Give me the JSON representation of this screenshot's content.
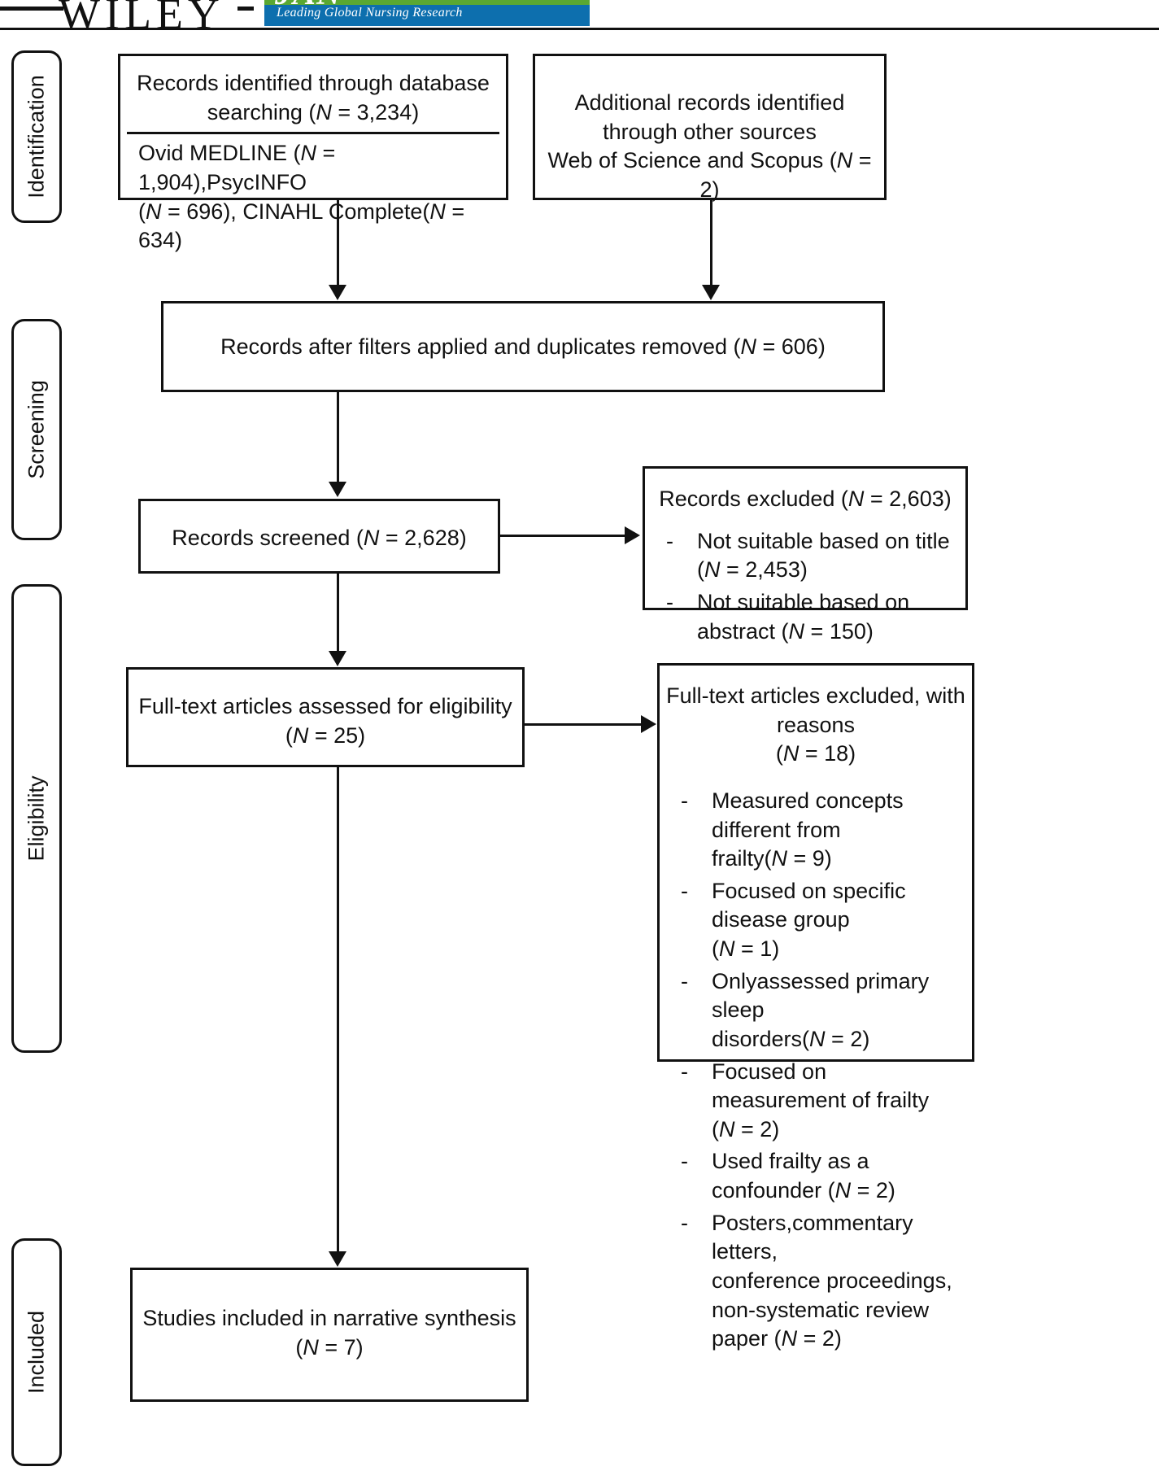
{
  "header": {
    "publisher": "WILEY",
    "journal_abbrev": "JAN",
    "journal_tagline": "Leading Global Nursing Research",
    "green": "#5aa832",
    "blue": "#0d6fae"
  },
  "stages": [
    {
      "label": "Identification"
    },
    {
      "label": "Screening"
    },
    {
      "label": "Eligibility"
    },
    {
      "label": "Included"
    }
  ],
  "boxes": {
    "database_search": {
      "title_line1": "Records identified through database",
      "title_line2": "searching (N = 3,234)",
      "detail_line1": "Ovid MEDLINE (N = 1,904),PsycINFO",
      "detail_line2": "(N = 696), CINAHL Complete(N = 634)"
    },
    "other_sources": {
      "line1": "Additional records identified",
      "line2": "through other sources",
      "line3": "Web of Science and Scopus (N = 2)"
    },
    "after_duplicates": {
      "line1": "Records after filters applied and duplicates removed (N = 606)"
    },
    "records_screened": {
      "line1": "Records screened (N = 2,628)"
    },
    "records_excluded": {
      "title": "Records excluded (N = 2,603)",
      "reasons": [
        "Not suitable based on title (N = 2,453)",
        "Not suitable based on abstract (N = 150)"
      ]
    },
    "fulltext_assessed": {
      "line1": "Full-text articles assessed for eligibility",
      "line2": "(N = 25)"
    },
    "fulltext_excluded": {
      "title_line1": "Full-text articles excluded, with reasons",
      "title_line2": "(N = 18)",
      "reasons": [
        {
          "line1": "Measured concepts different from",
          "line2": "frailty(N = 9)"
        },
        {
          "line1": "Focused on specific disease group",
          "line2": "(N = 1)"
        },
        {
          "line1": "Onlyassessed primary sleep",
          "line2": "disorders(N = 2)"
        },
        {
          "line1": "Focused on measurement of frailty",
          "line2": "(N = 2)"
        },
        {
          "line1": "Used frailty as a confounder (N = 2)",
          "line2": ""
        },
        {
          "line1": "Posters,commentary letters,",
          "line2": "conference proceedings,",
          "line3": "non-systematic review paper (N = 2)"
        }
      ]
    },
    "included_studies": {
      "line1": "Studies included in narrative synthesis",
      "line2": "(N = 7)"
    }
  }
}
